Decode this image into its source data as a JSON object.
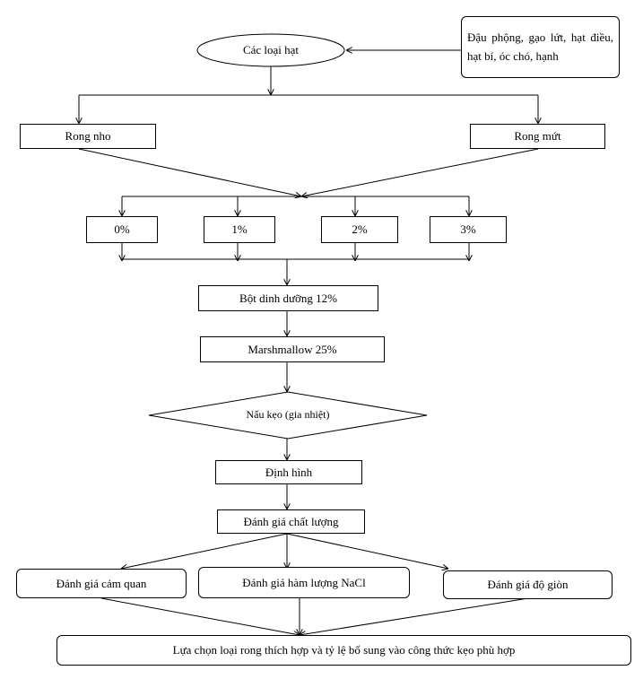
{
  "diagram": {
    "source_note": "Đậu phộng, gạo lứt, hạt điều, hạt bí, óc chó, hạnh",
    "nuts": "Các loại hạt",
    "seaweed_left": "Rong nho",
    "seaweed_right": "Rong mứt",
    "levels": [
      "0%",
      "1%",
      "2%",
      "3%"
    ],
    "nutrition_powder": "Bột dinh dưỡng 12%",
    "marshmallow": "Marshmallow 25%",
    "cooking": "Nấu kẹo (gia nhiệt)",
    "shaping": "Định hình",
    "quality_eval": "Đánh giá chất lượng",
    "eval_sensory": "Đánh giá cảm quan",
    "eval_nacl": "Đánh giá hàm lượng NaCl",
    "eval_crisp": "Đánh giá độ giòn",
    "final": "Lựa chọn loại rong thích hợp và tỷ lệ bổ sung vào công thức kẹo phù hợp"
  }
}
